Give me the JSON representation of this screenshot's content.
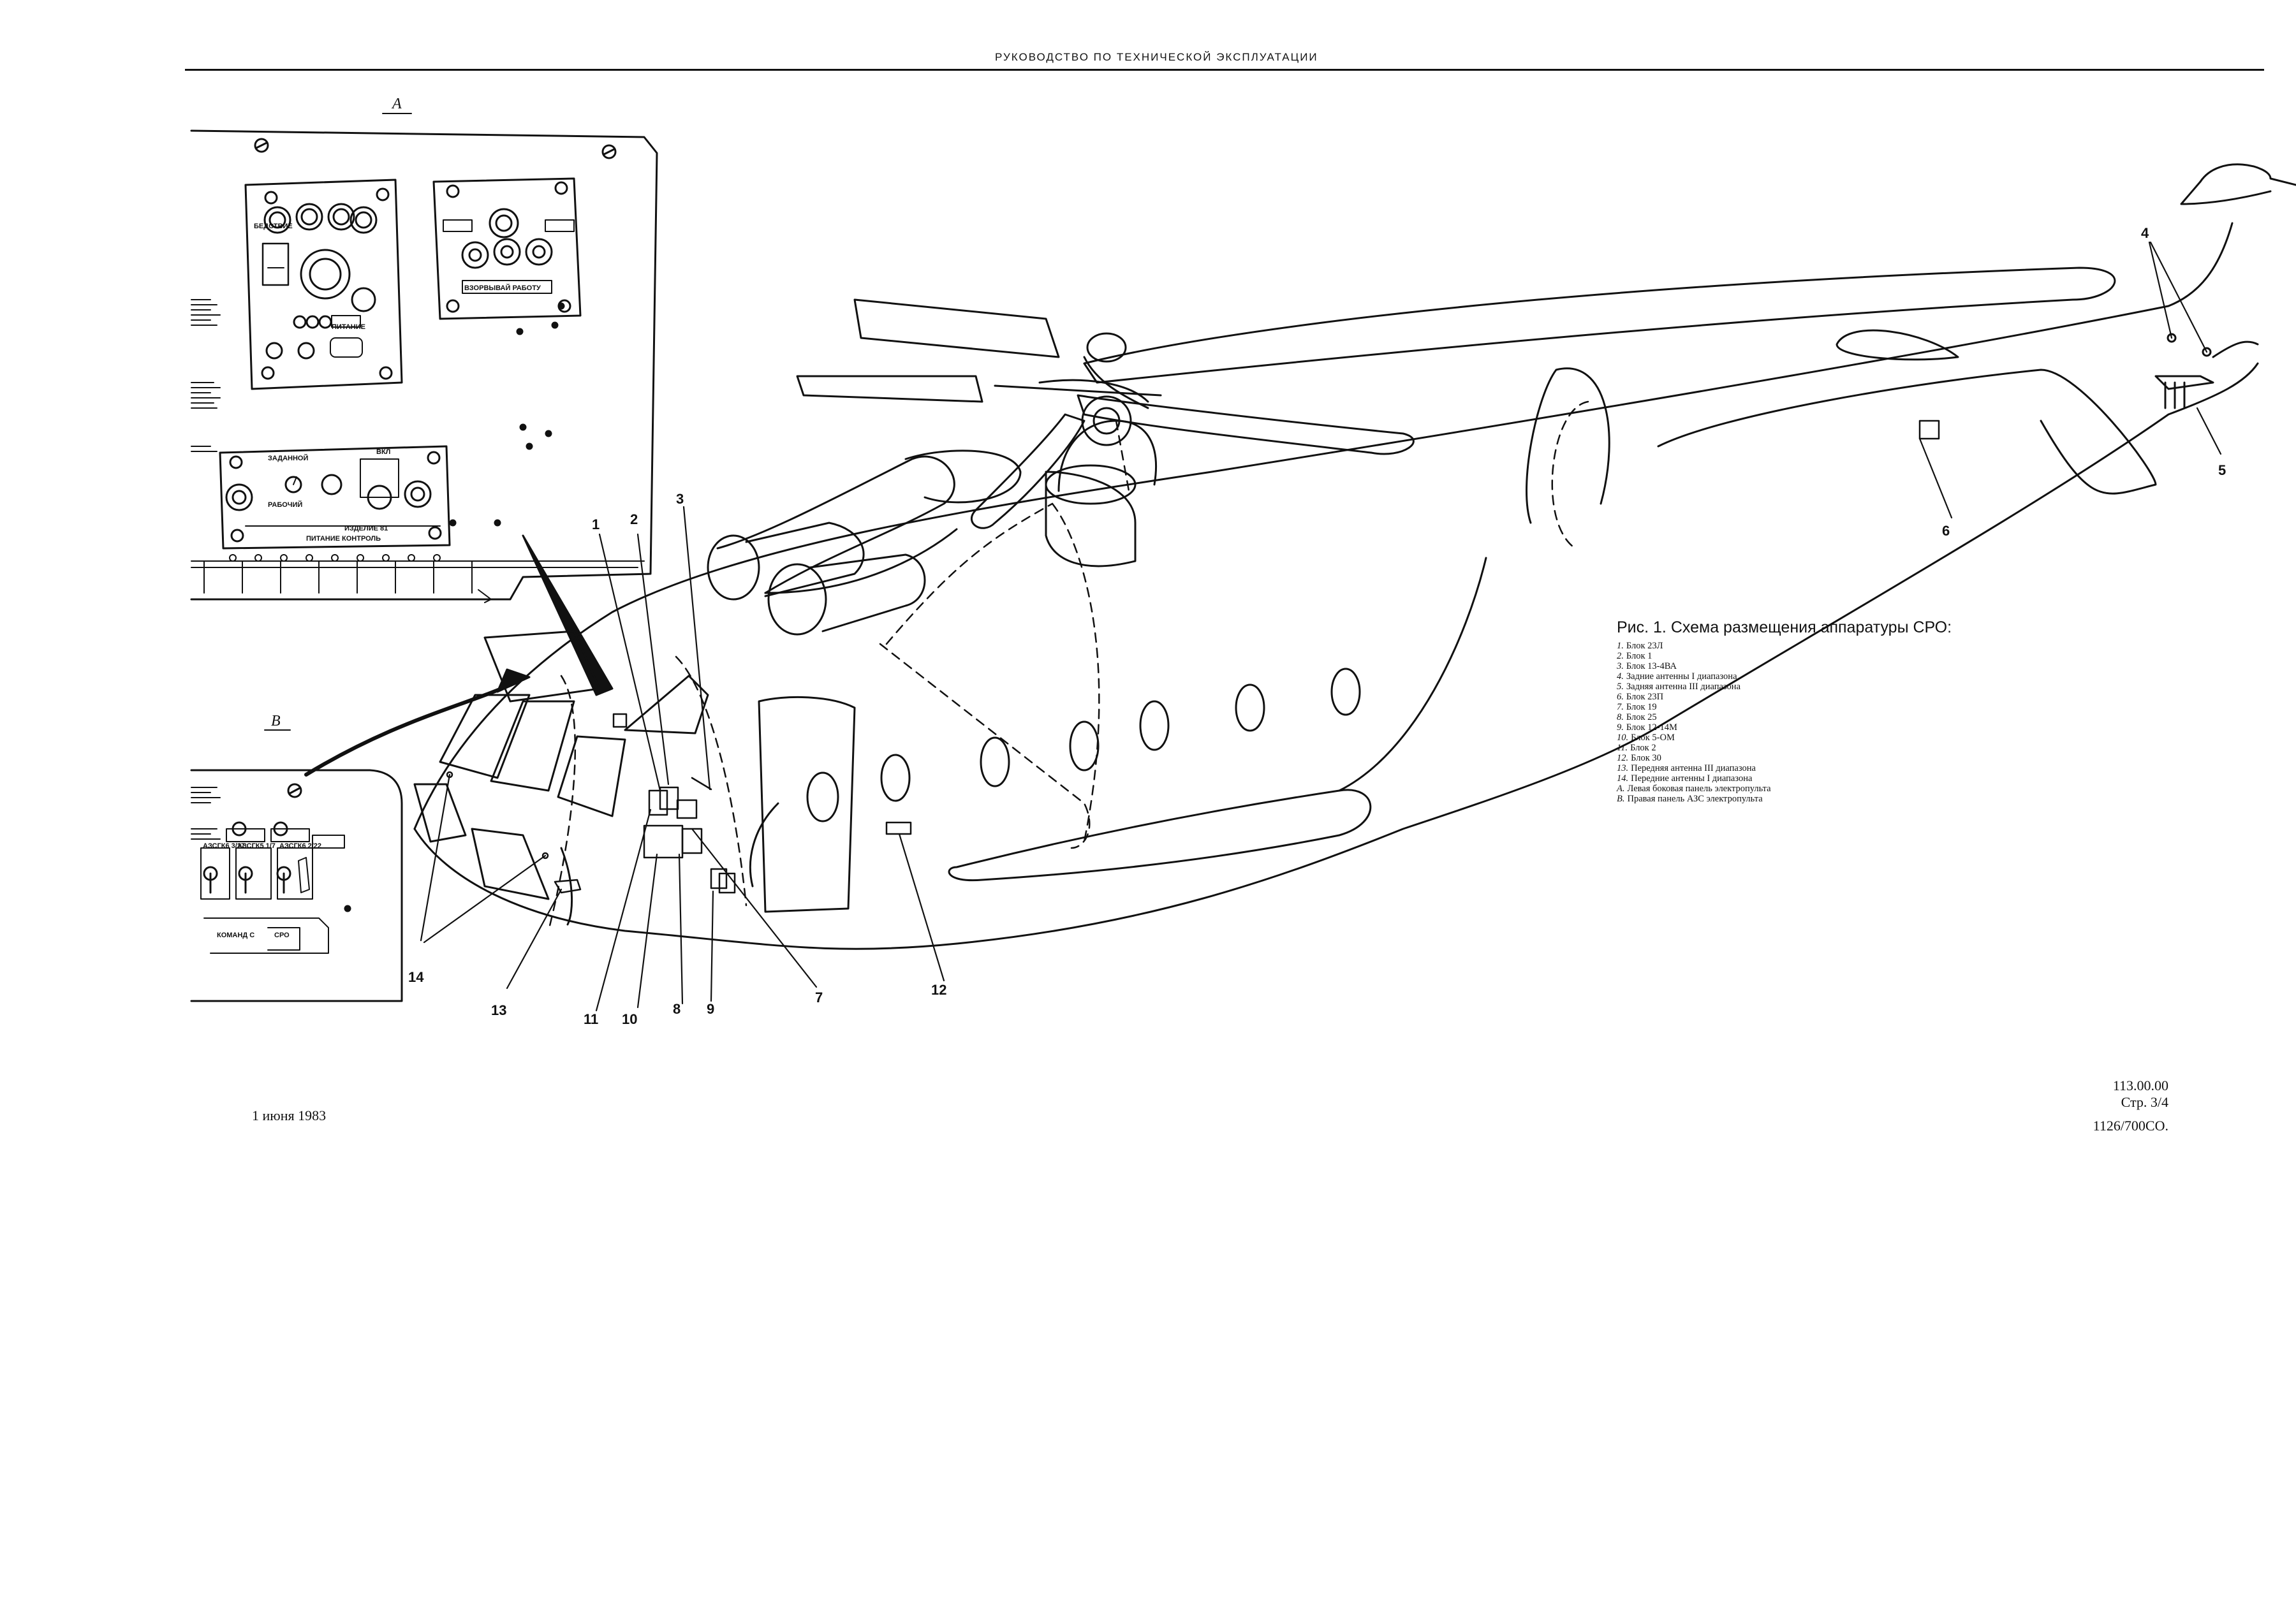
{
  "header": {
    "title": "РУКОВОДСТВО ПО ТЕХНИЧЕСКОЙ ЭКСПЛУАТАЦИИ"
  },
  "legend": {
    "title": "Рис. 1. Схема размещения аппаратуры СРО:",
    "items": [
      {
        "num": "1.",
        "text": "Блок 23Л"
      },
      {
        "num": "2.",
        "text": "Блок 1"
      },
      {
        "num": "3.",
        "text": "Блок 13-4ВА"
      },
      {
        "num": "4.",
        "text": "Задние антенны I диапазона"
      },
      {
        "num": "5.",
        "text": "Задняя антенна III диапазона"
      },
      {
        "num": "6.",
        "text": "Блок 23П"
      },
      {
        "num": "7.",
        "text": "Блок 19"
      },
      {
        "num": "8.",
        "text": "Блок 25"
      },
      {
        "num": "9.",
        "text": "Блок 12-14М"
      },
      {
        "num": "10.",
        "text": "Блок 5-ОМ"
      },
      {
        "num": "11.",
        "text": "Блок 2"
      },
      {
        "num": "12.",
        "text": "Блок 30"
      },
      {
        "num": "13.",
        "text": "Передняя антенна III диапазона"
      },
      {
        "num": "14.",
        "text": "Передние антенны I диапазона"
      },
      {
        "num": "А.",
        "text": "Левая боковая панель электропульта"
      },
      {
        "num": "В.",
        "text": "Правая панель АЗС электропульта"
      }
    ]
  },
  "views": {
    "a": "А",
    "b": "В"
  },
  "callouts": [
    "1",
    "2",
    "3",
    "4",
    "5",
    "6",
    "7",
    "8",
    "9",
    "10",
    "11",
    "12",
    "13",
    "14"
  ],
  "panel_a": {
    "labels": [
      "БЕДСТВИЕ",
      "ПИТАНИЕ",
      "ЗАДАННОЙ",
      "РАБОЧИЙ",
      "ВКЛ",
      "ИЗДЕЛИЕ 81",
      "ПИТАНИЕ КОНТРОЛЬ",
      "ВЗОРВЫВАЙ РАБОТУ"
    ]
  },
  "panel_b": {
    "labels": [
      "АЗСГК6 3/27",
      "АЗСГК5 1/7",
      "АЗСГК6 2/22",
      "КОМАНД С",
      "СРО"
    ]
  },
  "footer": {
    "date": "1 июня 1983",
    "code": "113.00.00",
    "page": "Стр. 3/4",
    "doc": "1126/700СО."
  }
}
